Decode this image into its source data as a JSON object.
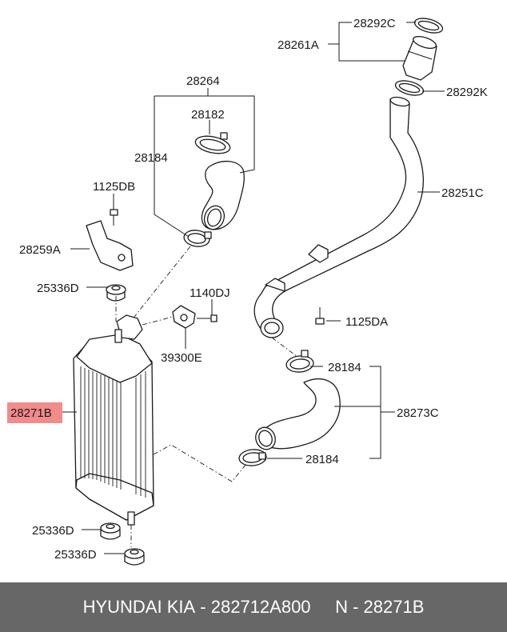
{
  "diagram": {
    "labels": {
      "p28292c": "28292C",
      "p28261a": "28261A",
      "p28292k": "28292K",
      "p28264": "28264",
      "p28182": "28182",
      "p28184_top": "28184",
      "p28251c": "28251C",
      "p1125db": "1125DB",
      "p28259a": "28259A",
      "p25336d_top": "25336D",
      "p1140dj": "1140DJ",
      "p39300e": "39300E",
      "p1125da": "1125DA",
      "p28271b": "28271B",
      "p28184_mid": "28184",
      "p28273c": "28273C",
      "p28184_low": "28184",
      "p25336d_mid": "25336D",
      "p25336d_bot": "25336D"
    },
    "highlight_color": "#f28b8b"
  },
  "footer": {
    "brand": "HYUNDAI",
    "separator": " ",
    "make": "KIA",
    "part_number": "282712A800",
    "ref_number": "N - 28271B"
  },
  "colors": {
    "footer_bg": "#676767",
    "footer_text": "#ffffff"
  }
}
